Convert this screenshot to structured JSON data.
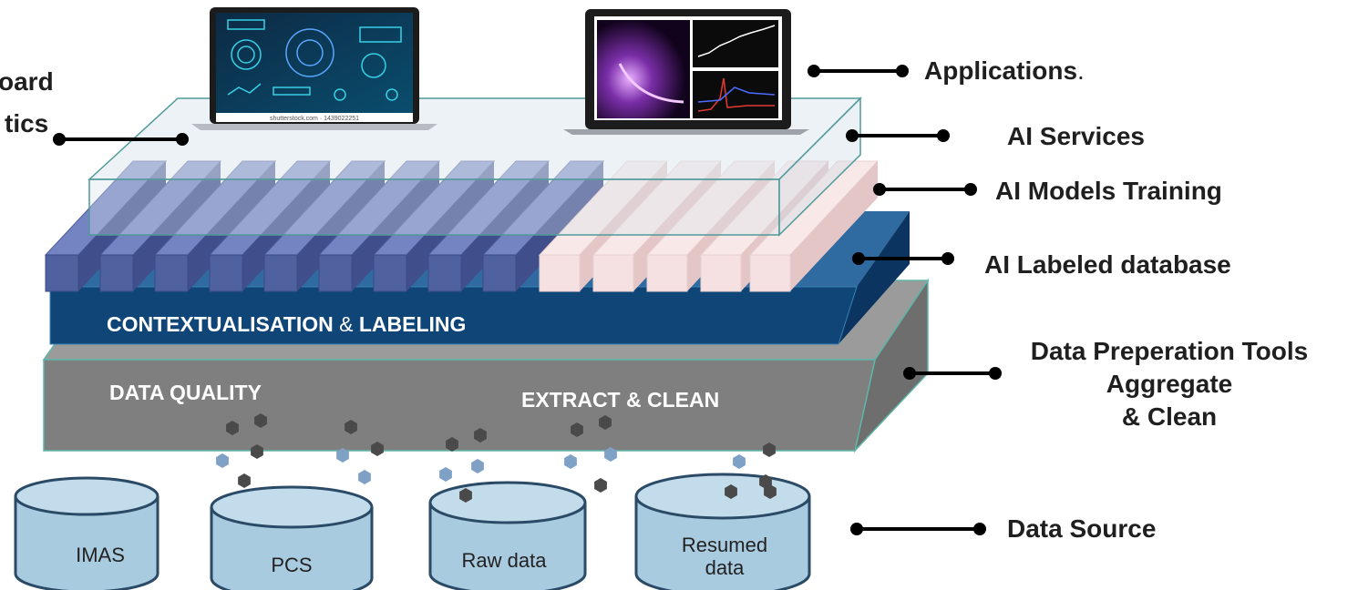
{
  "labels": {
    "dashboard_line1": "oard",
    "dashboard_line2": "tics",
    "applications": "Applications",
    "applications_period": ".",
    "ai_services": "AI Services",
    "ai_models_training": "AI Models Training",
    "ai_labeled_database": "AI Labeled database",
    "data_prep_line1": "Data Preperation Tools",
    "data_prep_line2": "Aggregate",
    "data_prep_line3": "& Clean",
    "data_source": "Data Source"
  },
  "layers": {
    "contextualisation": "CONTEXTUALISATION",
    "contextualisation_amp": "&",
    "labeling": "LABELING",
    "data_quality": "DATA QUALITY",
    "extract_clean": "EXTRACT & CLEAN"
  },
  "databases": [
    {
      "line1": "IMAS",
      "line2": ""
    },
    {
      "line1": "PCS",
      "line2": ""
    },
    {
      "line1": "Raw data",
      "line2": ""
    },
    {
      "line1": "Resumed",
      "line2": "data"
    }
  ],
  "laptop_left": {
    "caption": "shutterstock.com · 1439022251"
  },
  "colors": {
    "gray_layer": "#7f7f7f",
    "navy_layer": "#0f4577",
    "blue_bars": "#5a6aa8",
    "pink_bars": "#f2d6d6",
    "glass": "#dce6ee",
    "cylinder": "#a9cbe0",
    "particle_dark": "#4a4a4a",
    "particle_blue": "#7fa1c6"
  }
}
